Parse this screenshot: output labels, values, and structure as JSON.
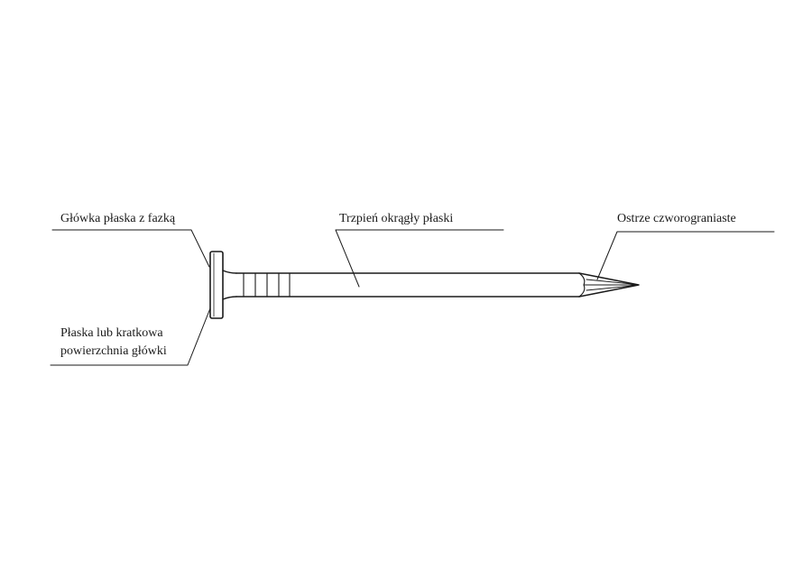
{
  "labels": {
    "head": "Główka płaska z fazką",
    "shank": "Trzpień okrągły płaski",
    "point": "Ostrze czworograniaste",
    "surface_line1": "Płaska lub kratkowa",
    "surface_line2": "powierzchnia główki"
  },
  "colors": {
    "ink": "#1a1a1a",
    "background": "#ffffff"
  }
}
